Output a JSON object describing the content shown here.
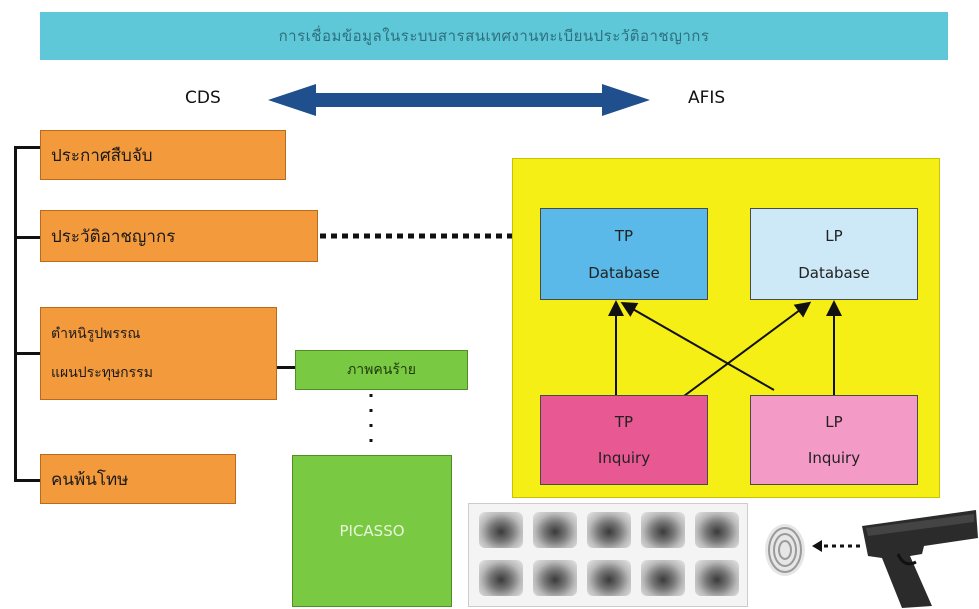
{
  "banner": {
    "title": "การเชื่อมข้อมูลในระบบสารสนเทศงานทะเบียนประวัติอาชญากร"
  },
  "side_labels": {
    "left": "CDS",
    "right": "AFIS"
  },
  "cds_items": [
    {
      "label": "ประกาศสืบจับ"
    },
    {
      "label": "ประวัติอาชญากร"
    },
    {
      "line1": "ตำหนิรูปพรรณ",
      "line2": "แผนประทุษกรรม"
    },
    {
      "label": "คนพ้นโทษ"
    }
  ],
  "mugshot": {
    "label": "ภาพคนร้าย"
  },
  "picasso": {
    "label": "PICASSO"
  },
  "afis": {
    "tp_database": {
      "line1": "TP",
      "line2": "Database"
    },
    "lp_database": {
      "line1": "LP",
      "line2": "Database"
    },
    "tp_inquiry": {
      "line1": "TP",
      "line2": "Inquiry"
    },
    "lp_inquiry": {
      "line1": "LP",
      "line2": "Inquiry"
    }
  },
  "colors": {
    "banner": "#5fc8d8",
    "cds_box": "#f39a3c",
    "afis_panel": "#f5ef16",
    "tp_database": "#5ab9e8",
    "lp_database": "#cde9f7",
    "tp_inquiry": "#e85893",
    "lp_inquiry": "#f39bc6",
    "green_box": "#7ac943",
    "double_arrow": "#1f4f8c"
  },
  "icons": {
    "fingerprint": "fingerprint-icon",
    "handgun": "handgun-icon",
    "fingerprint_card": "fingerprint-card-image"
  }
}
